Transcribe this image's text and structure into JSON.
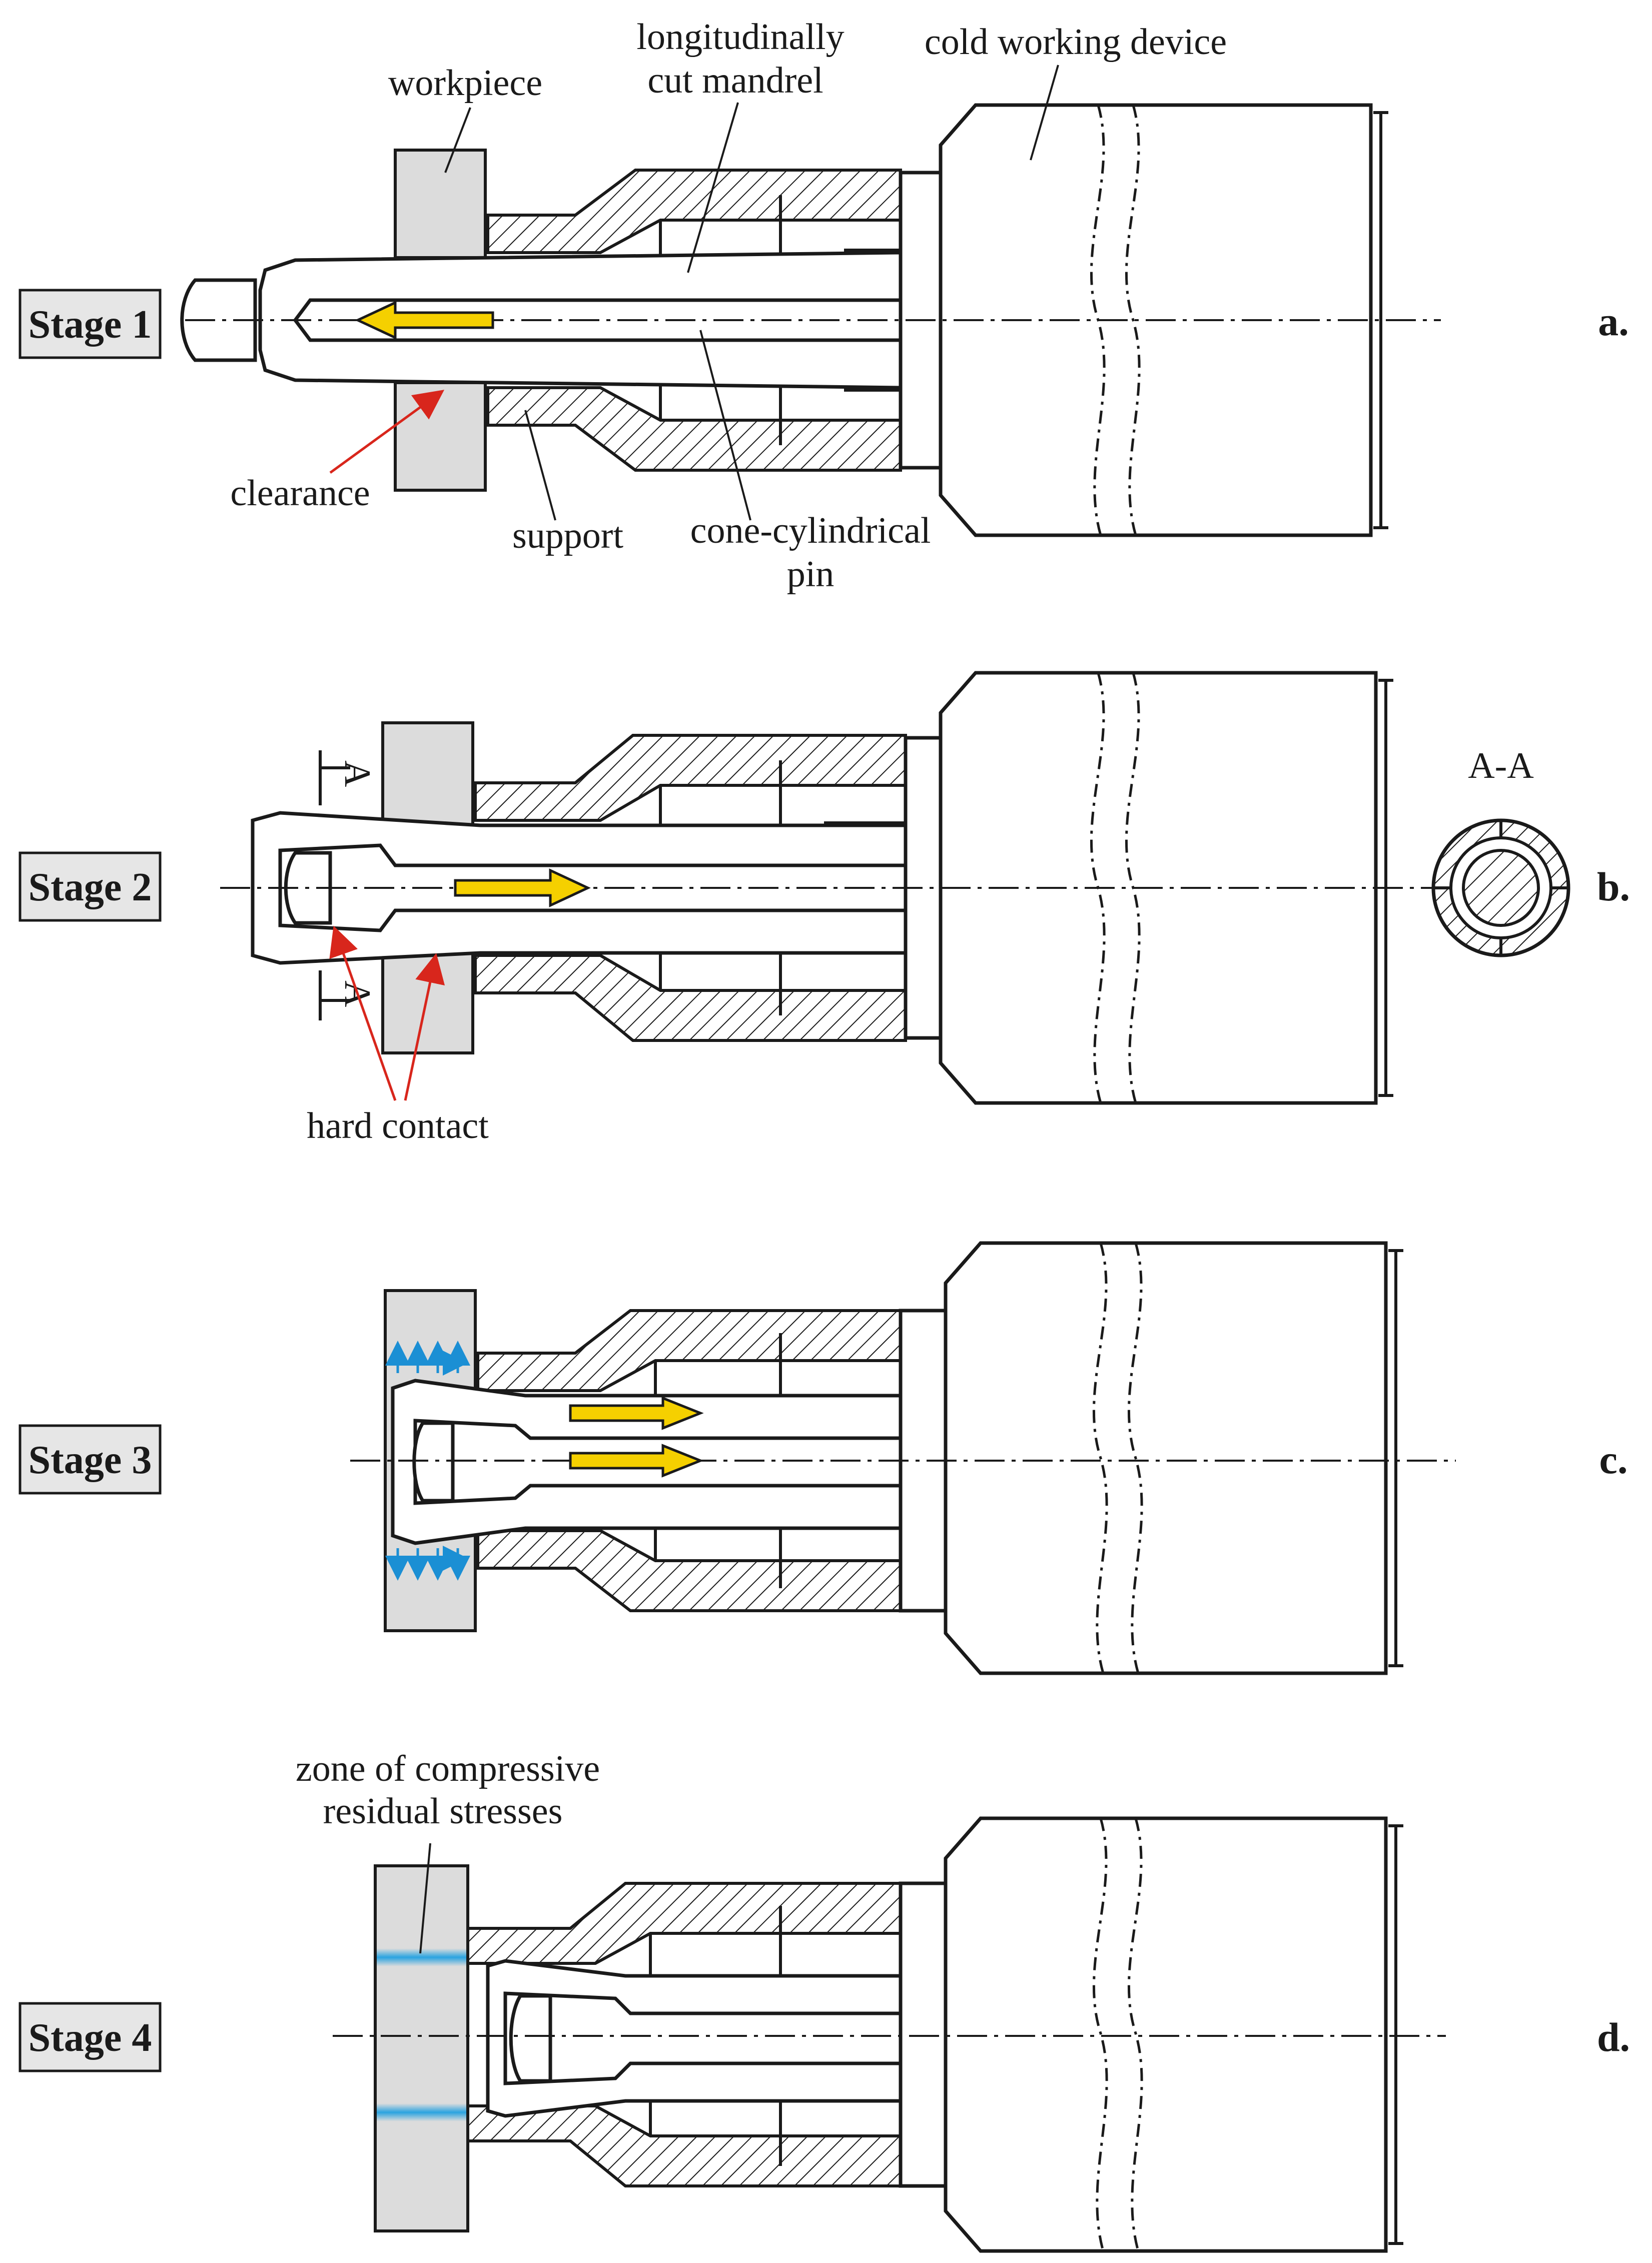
{
  "labels": {
    "workpiece": "workpiece",
    "mandrel_line1": "longitudinally",
    "mandrel_line2": "cut mandrel",
    "device": "cold working device",
    "clearance": "clearance",
    "support": "support",
    "pin_line1": "cone-cylindrical",
    "pin_line2": "pin",
    "section": "A-A",
    "section_mark": "A",
    "hard_contact": "hard contact",
    "zone_line1": "zone of compressive",
    "zone_line2": "residual stresses"
  },
  "stages": [
    {
      "label": "Stage 1",
      "letter": "a."
    },
    {
      "label": "Stage 2",
      "letter": "b."
    },
    {
      "label": "Stage 3",
      "letter": "c."
    },
    {
      "label": "Stage 4",
      "letter": "d."
    }
  ],
  "colors": {
    "arrow_fill": "#f5d000",
    "stress_arrow": "#1b8fd4",
    "stress_zone": "#2aa3e0",
    "leader_red": "#d8261c",
    "workpiece_fill": "#dcdcdc"
  }
}
